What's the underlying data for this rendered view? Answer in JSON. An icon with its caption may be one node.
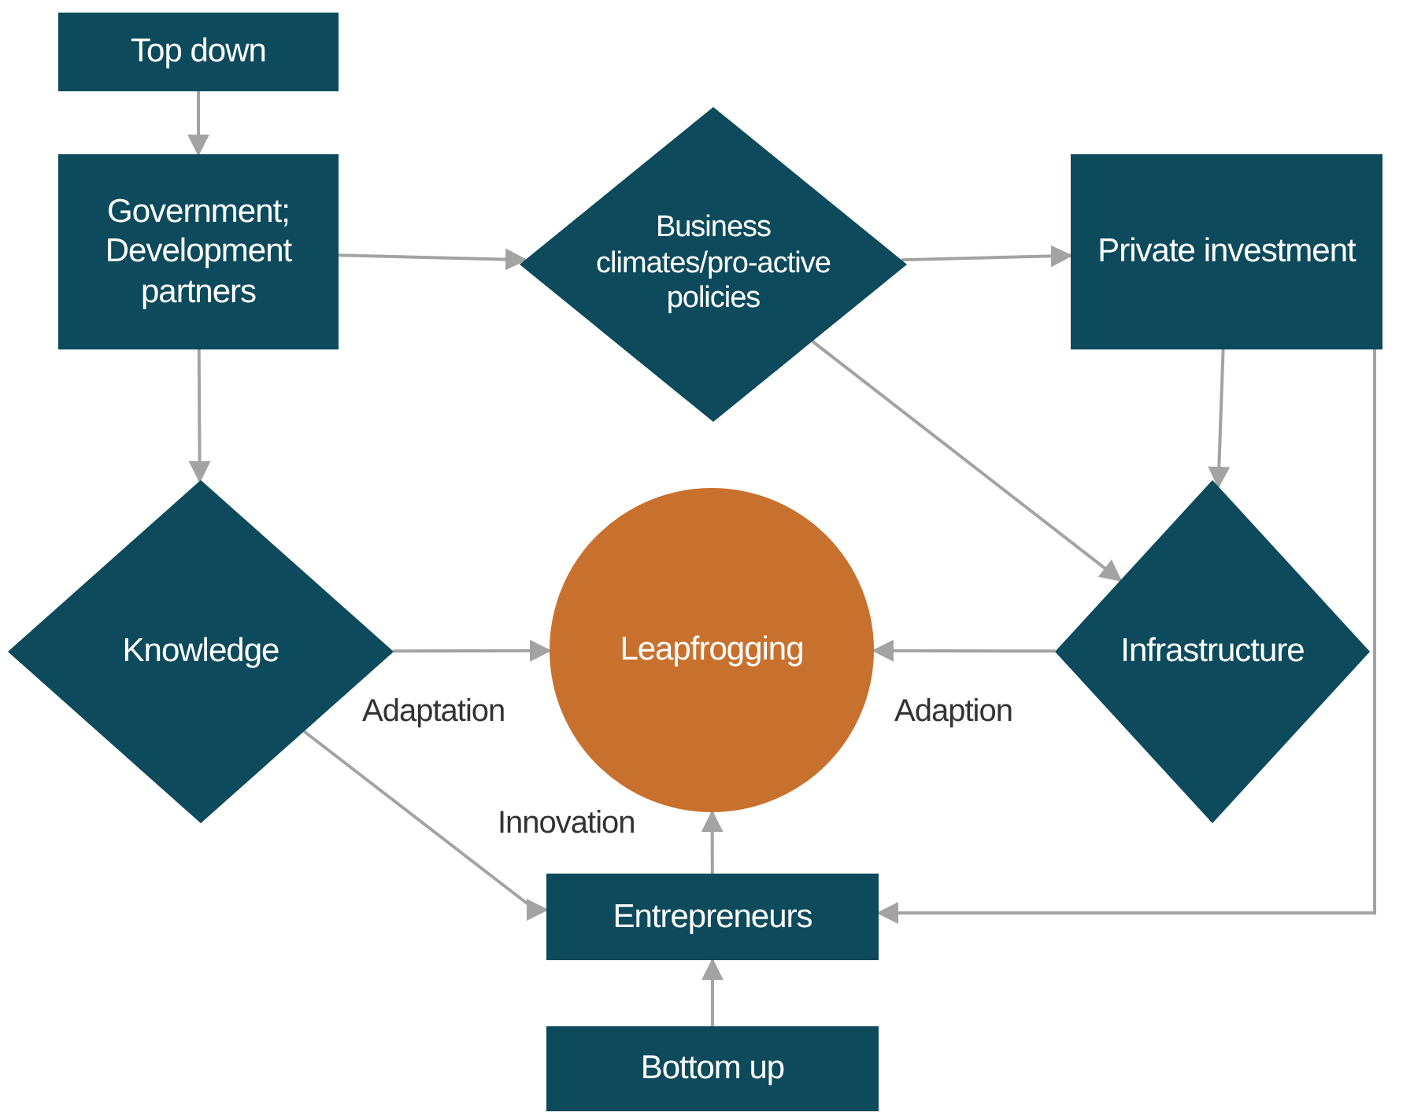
{
  "diagram": {
    "nodes": [
      {
        "text": [
          "Top down"
        ]
      },
      {
        "text": [
          "Government; Development partners"
        ]
      },
      {
        "text": [
          "Business climates/pro-active policies"
        ]
      },
      {
        "text": [
          "Private investment"
        ]
      },
      {
        "text": [
          "Knowledge"
        ]
      },
      {
        "text": [
          "Leapfrogging"
        ]
      },
      {
        "text": [
          "Infrastructure"
        ]
      },
      {
        "text": [
          "Entrepreneurs"
        ]
      },
      {
        "text": [
          "Bottom up"
        ]
      }
    ],
    "edges": [
      {
        "from": 0,
        "to": 1,
        "arrow": "to"
      },
      {
        "from": 1,
        "to": 2,
        "arrow": "to"
      },
      {
        "from": 2,
        "to": 3,
        "arrow": "to"
      },
      {
        "from": 1,
        "to": 4,
        "arrow": "to"
      },
      {
        "from": 2,
        "to": 6,
        "arrow": "to"
      },
      {
        "from": 3,
        "to": 6,
        "arrow": "to"
      },
      {
        "from": 4,
        "to": 5,
        "arrow": "to",
        "label": "Adaptation"
      },
      {
        "from": 6,
        "to": 5,
        "arrow": "to",
        "label": "Adaption"
      },
      {
        "from": 4,
        "to": 7,
        "arrow": "to"
      },
      {
        "from": 3,
        "to": 7,
        "arrow": "to"
      },
      {
        "from": 7,
        "to": 5,
        "arrow": "to",
        "label": "Innovation"
      },
      {
        "from": 8,
        "to": 7,
        "arrow": "to"
      }
    ]
  }
}
